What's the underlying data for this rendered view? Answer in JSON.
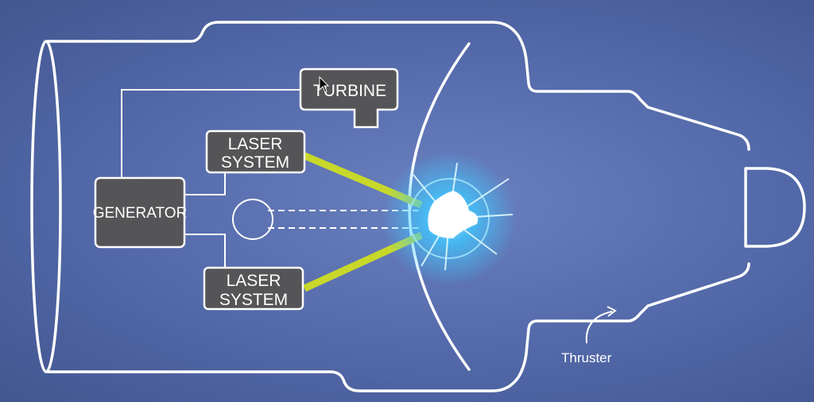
{
  "diagram": {
    "components": {
      "turbine": "TURBINE",
      "laser_top": [
        "LASER",
        "SYSTEM"
      ],
      "laser_bottom": [
        "LASER",
        "SYSTEM"
      ],
      "generator": "GENERATOR"
    },
    "annotation": "Thruster",
    "colors": {
      "laser": "#c8d82a",
      "glow": "#3fc8ff",
      "box": "#555558"
    }
  }
}
